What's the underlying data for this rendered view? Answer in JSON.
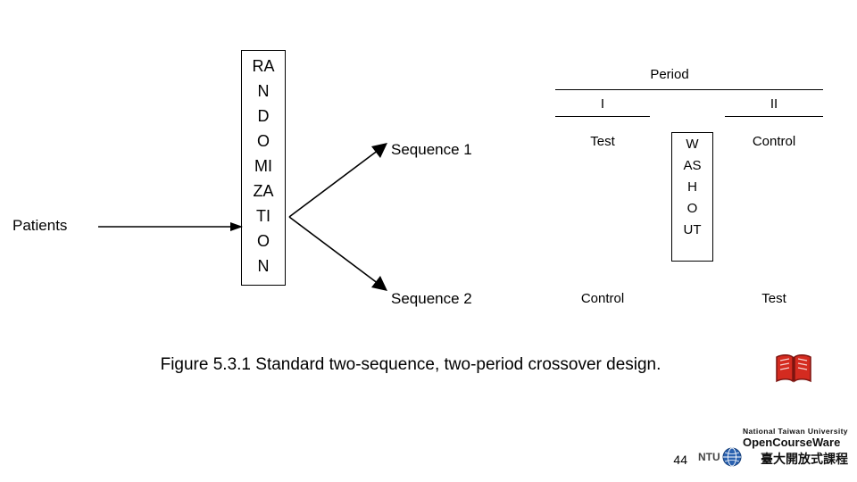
{
  "diagram": {
    "patients_label": "Patients",
    "randomization_letters": [
      "RA",
      "N",
      "D",
      "O",
      "MI",
      "ZA",
      "TI",
      "O",
      "N"
    ],
    "sequences": [
      {
        "label": "Sequence 1",
        "period_1": "Test",
        "period_2": "Control"
      },
      {
        "label": "Sequence 2",
        "period_1": "Control",
        "period_2": "Test"
      }
    ],
    "period_header": "Period",
    "period_1_label": "I",
    "period_2_label": "II",
    "washout_letters": [
      "W",
      "AS",
      "H",
      "O",
      "UT"
    ]
  },
  "caption": "Figure 5.3.1 Standard two-sequence, two-period crossover design.",
  "page_number": "44",
  "logo": {
    "top_text": "National Taiwan University",
    "course_text": "OpenCourseWare",
    "ntu_text": "NTU",
    "chinese_text": "臺大開放式課程"
  },
  "colors": {
    "stroke": "#000000",
    "background": "#ffffff",
    "book_red": "#d42b20",
    "globe_blue": "#2b62b0"
  }
}
